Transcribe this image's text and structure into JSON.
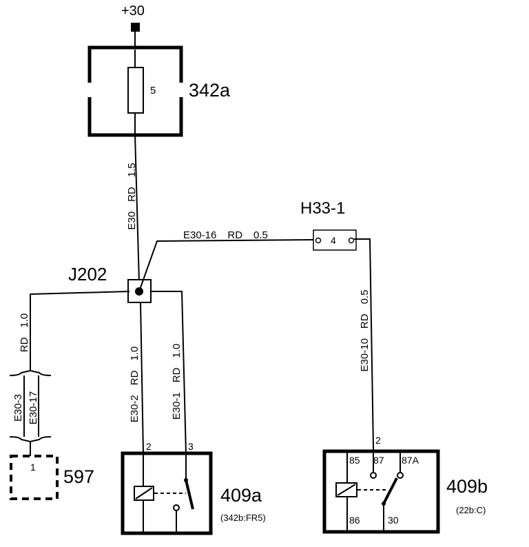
{
  "power": {
    "label": "+30"
  },
  "fusebox": {
    "id": "342a",
    "fuse": "5"
  },
  "splice": {
    "id": "J202"
  },
  "connector_h33": {
    "id": "H33-1",
    "pin": "4"
  },
  "component_597": {
    "id": "597",
    "pin": "1"
  },
  "relay_a": {
    "id": "409a",
    "ref": "(342b:FR5)",
    "pin_left": "2",
    "pin_right": "3"
  },
  "relay_b": {
    "id": "409b",
    "ref": "(22b:C)",
    "pin_top": "2",
    "pin_85": "85",
    "pin_87": "87",
    "pin_87a": "87A",
    "pin_86": "86",
    "pin_30": "30"
  },
  "wires": {
    "main": {
      "id": "E30",
      "color": "RD",
      "size": "1.5"
    },
    "h33": {
      "id": "E30-16",
      "color": "RD",
      "size": "0.5"
    },
    "relay_b": {
      "id": "E30-10",
      "color": "RD",
      "size": "0.5"
    },
    "relay_a2": {
      "id": "E30-2",
      "color": "RD",
      "size": "1.0"
    },
    "relay_a3": {
      "id": "E30-1",
      "color": "RD",
      "size": "1.0"
    },
    "c597": {
      "color": "RD",
      "size": "1.0",
      "id_a": "E30-3",
      "id_b": "E30-17"
    }
  }
}
